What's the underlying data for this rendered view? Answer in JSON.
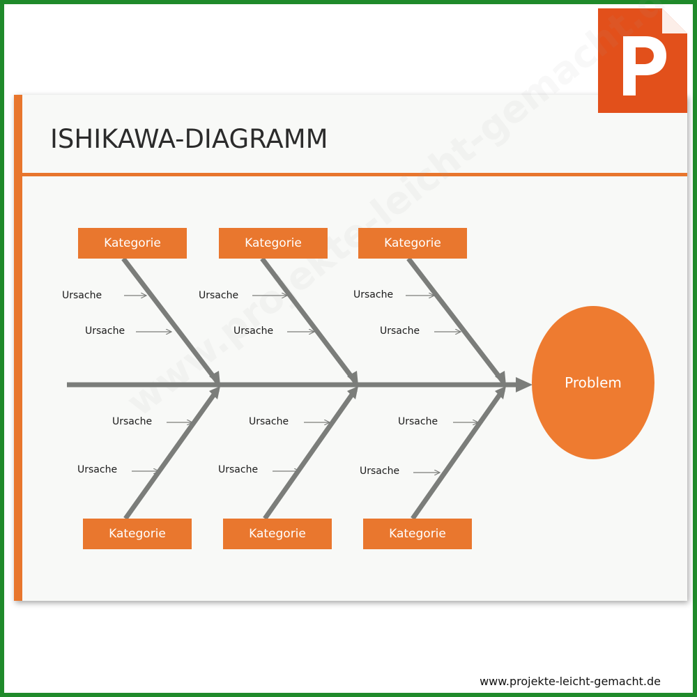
{
  "slide": {
    "title": "ISHIKAWA-DIAGRAMM"
  },
  "diagram": {
    "problem": "Problem",
    "top_categories": [
      "Kategorie",
      "Kategorie",
      "Kategorie"
    ],
    "bottom_categories": [
      "Kategorie",
      "Kategorie",
      "Kategorie"
    ],
    "top_causes": [
      "Ursache",
      "Ursache",
      "Ursache",
      "Ursache",
      "Ursache",
      "Ursache"
    ],
    "bottom_causes": [
      "Ursache",
      "Ursache",
      "Ursache",
      "Ursache",
      "Ursache",
      "Ursache"
    ]
  },
  "footer": {
    "website": "www.projekte-leicht-gemacht.de"
  },
  "watermark": "www.projekte-leicht-gemacht.de",
  "icons": {
    "app": "powerpoint-file-icon"
  },
  "colors": {
    "accent": "#e9772e",
    "spine": "#7b7d7a",
    "frame": "#1f8a2a",
    "icon": "#e2501b"
  }
}
